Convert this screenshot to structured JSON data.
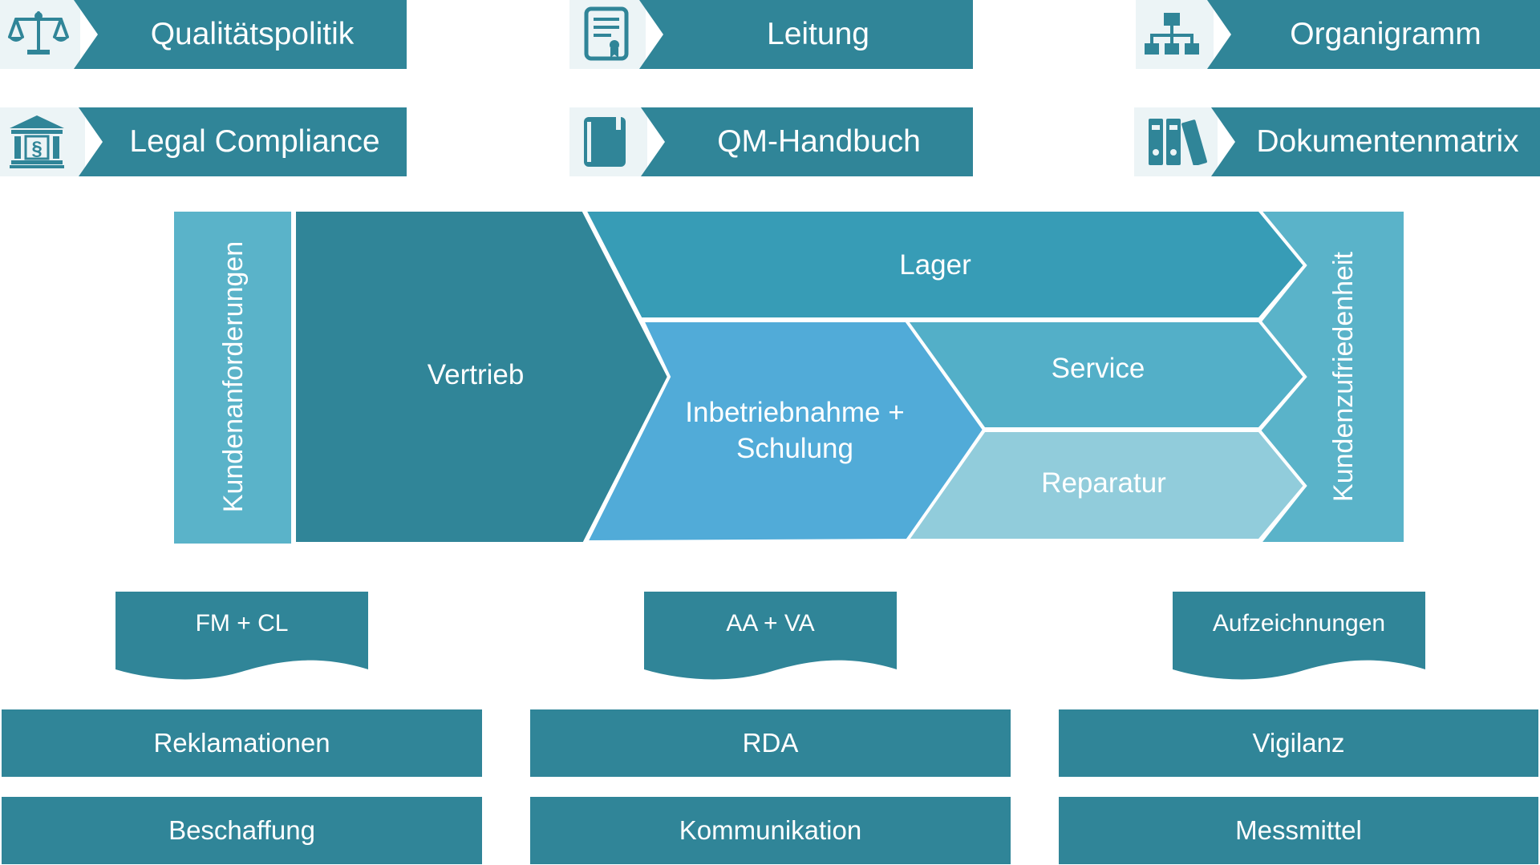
{
  "colors": {
    "dark": "#308598",
    "icon_bg": "#ecf4f6",
    "lager": "#379cb6",
    "side": "#5ab3c9",
    "inbetrieb": "#51abd8",
    "service": "#53afc8",
    "reparatur": "#91ccdb"
  },
  "top_links": [
    {
      "label": "Qualitätspolitik",
      "icon": "scales-icon"
    },
    {
      "label": "Leitung",
      "icon": "certificate-icon"
    },
    {
      "label": "Organigramm",
      "icon": "org-chart-icon"
    },
    {
      "label": "Legal Compliance",
      "icon": "courthouse-paragraph-icon"
    },
    {
      "label": "QM-Handbuch",
      "icon": "book-icon"
    },
    {
      "label": "Dokumentenmatrix",
      "icon": "binders-icon"
    }
  ],
  "process": {
    "left": "Kundenanforderungen",
    "right": "Kundenzufriedenheit",
    "vertrieb": "Vertrieb",
    "lager": "Lager",
    "inbetrieb_line1": "Inbetriebnahme +",
    "inbetrieb_line2": "Schulung",
    "service": "Service",
    "reparatur": "Reparatur"
  },
  "documents": [
    "FM + CL",
    "AA + VA",
    "Aufzeichnungen"
  ],
  "bottom_buttons": [
    "Reklamationen",
    "RDA",
    "Vigilanz",
    "Beschaffung",
    "Kommunikation",
    "Messmittel"
  ]
}
